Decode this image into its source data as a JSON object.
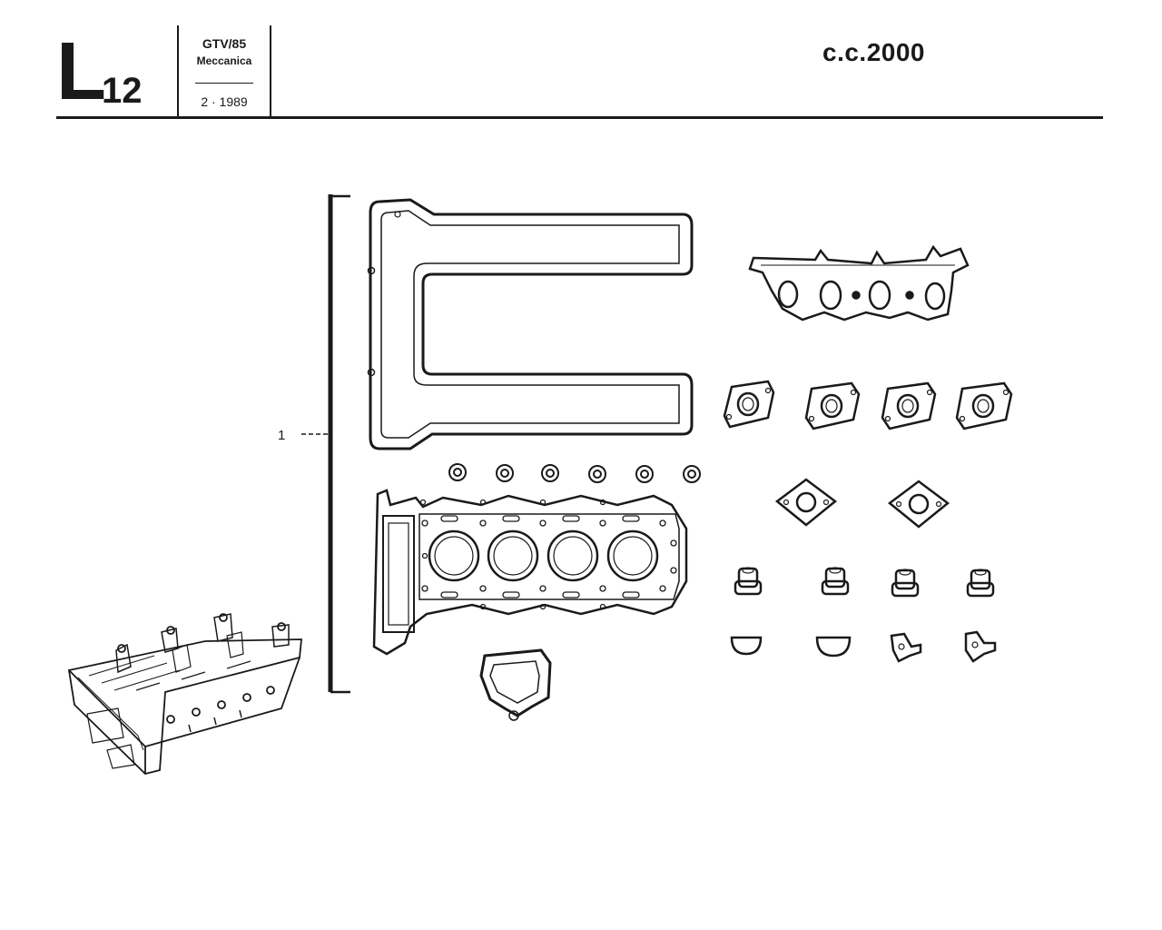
{
  "header": {
    "section_letter": "L",
    "section_number": "12",
    "model_name": "GTV/85",
    "model_group": "Meccanica",
    "edition_date": "2 · 1989",
    "engine_size": "c.c.2000"
  },
  "callouts": [
    {
      "label": "1"
    }
  ],
  "colors": {
    "ink": "#1a1a1a",
    "paper": "#ffffff"
  }
}
